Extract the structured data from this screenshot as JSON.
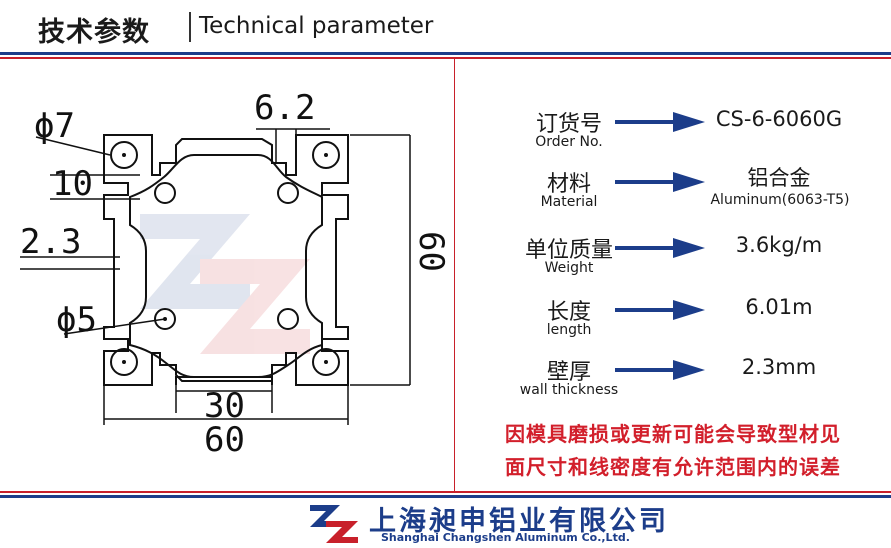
{
  "header": {
    "title_cn": "技术参数",
    "title_en": "Technical parameter"
  },
  "drawing": {
    "dims": {
      "phi7": "ϕ7",
      "d62": "6.2",
      "d10": "10",
      "d23": "2.3",
      "d60v": "60",
      "phi5": "ϕ5",
      "d30": "30",
      "d60h": "60"
    }
  },
  "specs": [
    {
      "label_cn": "订货号",
      "label_en": "Order No.",
      "value": "CS-6-6060G",
      "value_sub": ""
    },
    {
      "label_cn": "材料",
      "label_en": "Material",
      "value": "铝合金",
      "value_sub": "Aluminum(6063-T5)"
    },
    {
      "label_cn": "单位质量",
      "label_en": "Weight",
      "value": "3.6kg/m",
      "value_sub": ""
    },
    {
      "label_cn": "长度",
      "label_en": "length",
      "value": "6.01m",
      "value_sub": ""
    },
    {
      "label_cn": "壁厚",
      "label_en": "wall thickness",
      "value": "2.3mm",
      "value_sub": ""
    }
  ],
  "note": {
    "line1": "因模具磨损或更新可能会导致型材见",
    "line2": "面尺寸和线密度有允许范围内的误差"
  },
  "footer": {
    "company_cn": "上海昶申铝业有限公司",
    "company_en": "Shanghai  Changshen  Aluminum  Co.,Ltd."
  },
  "colors": {
    "brand_blue": "#1c3d8a",
    "accent_red": "#c8202a",
    "note_red": "#d21f2b"
  },
  "icons": {
    "arrow": "arrow-right-icon",
    "logo": "company-logo-icon"
  }
}
